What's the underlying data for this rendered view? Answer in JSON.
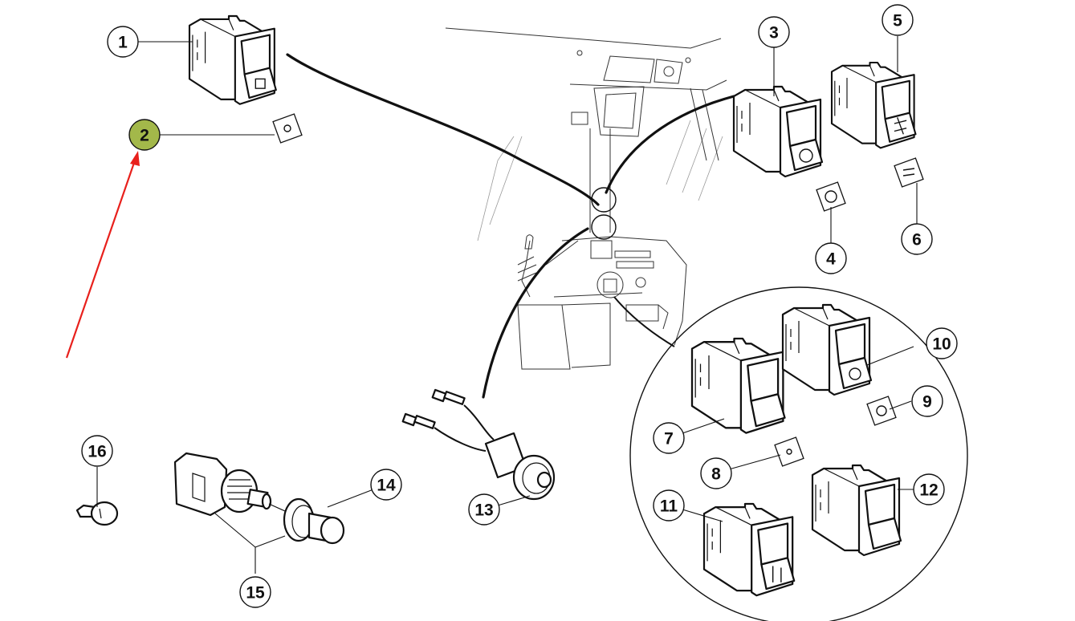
{
  "diagram": {
    "type": "exploded-parts-diagram",
    "subject": "Tractor cab switches and indicator parts",
    "highlight_color": "#a3b84a",
    "arrow_color": "#e8201c",
    "highlighted_callout": "2",
    "callouts": [
      {
        "id": "1",
        "label": "1",
        "part": "rocker switch"
      },
      {
        "id": "2",
        "label": "2",
        "part": "switch symbol plate"
      },
      {
        "id": "3",
        "label": "3",
        "part": "rocker switch"
      },
      {
        "id": "4",
        "label": "4",
        "part": "switch symbol plate"
      },
      {
        "id": "5",
        "label": "5",
        "part": "rocker switch"
      },
      {
        "id": "6",
        "label": "6",
        "part": "switch symbol plate"
      },
      {
        "id": "7",
        "label": "7",
        "part": "rocker switch"
      },
      {
        "id": "8",
        "label": "8",
        "part": "switch symbol plate"
      },
      {
        "id": "9",
        "label": "9",
        "part": "switch symbol plate"
      },
      {
        "id": "10",
        "label": "10",
        "part": "rocker switch"
      },
      {
        "id": "11",
        "label": "11",
        "part": "rocker switch"
      },
      {
        "id": "12",
        "label": "12",
        "part": "rocker switch"
      },
      {
        "id": "13",
        "label": "13",
        "part": "push button with wires"
      },
      {
        "id": "14",
        "label": "14",
        "part": "push button cap"
      },
      {
        "id": "15",
        "label": "15",
        "part": "push switch assembly"
      },
      {
        "id": "16",
        "label": "16",
        "part": "bulb"
      }
    ]
  }
}
